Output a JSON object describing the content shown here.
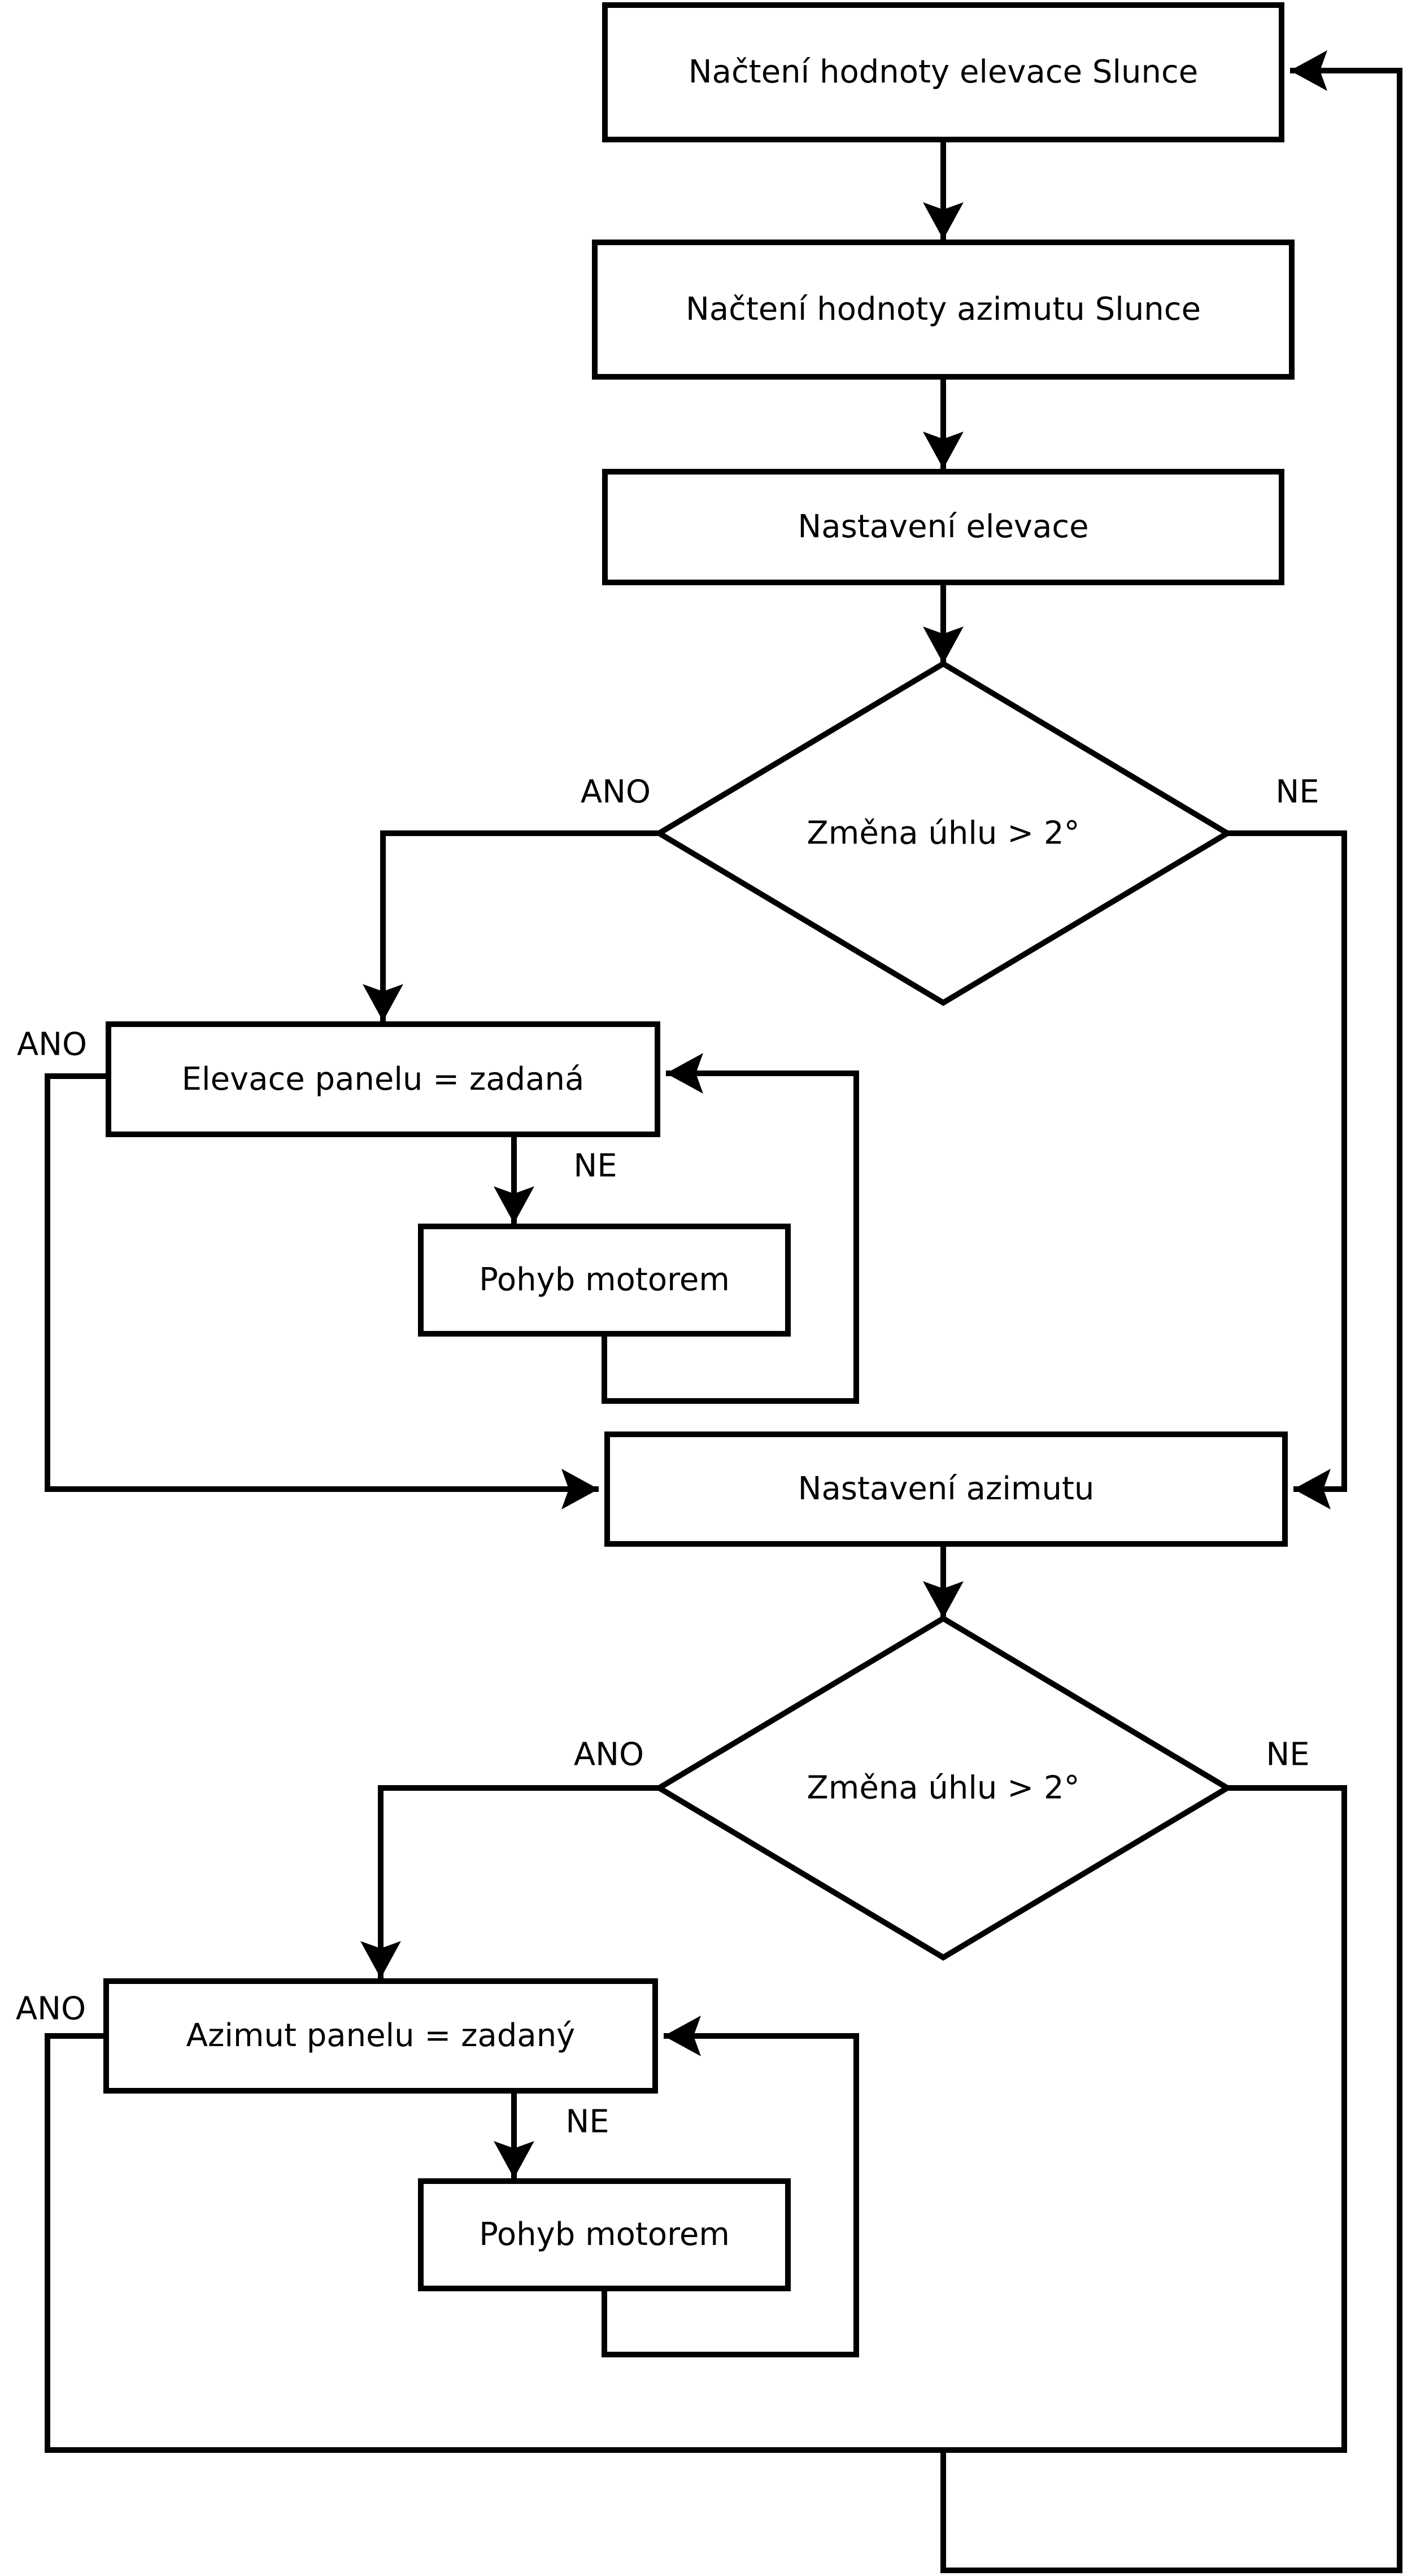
{
  "diagram": {
    "background_color": "#ffffff",
    "line_color": "#000000",
    "nodes": {
      "load_elevation": "Načtení hodnoty elevace Slunce",
      "load_azimuth": "Načtení hodnoty azimutu Slunce",
      "set_elevation": "Nastavení elevace",
      "elevation_angle_check": "Změna úhlu > 2°",
      "elevation_panel_check": "Elevace panelu = zadaná",
      "elevation_motor": "Pohyb motorem",
      "set_azimuth": "Nastavení azimutu",
      "azimuth_angle_check": "Změna úhlu > 2°",
      "azimuth_panel_check": "Azimut panelu = zadaný",
      "azimuth_motor": "Pohyb motorem"
    },
    "branch_labels": {
      "yes": "ANO",
      "no": "NE"
    }
  }
}
